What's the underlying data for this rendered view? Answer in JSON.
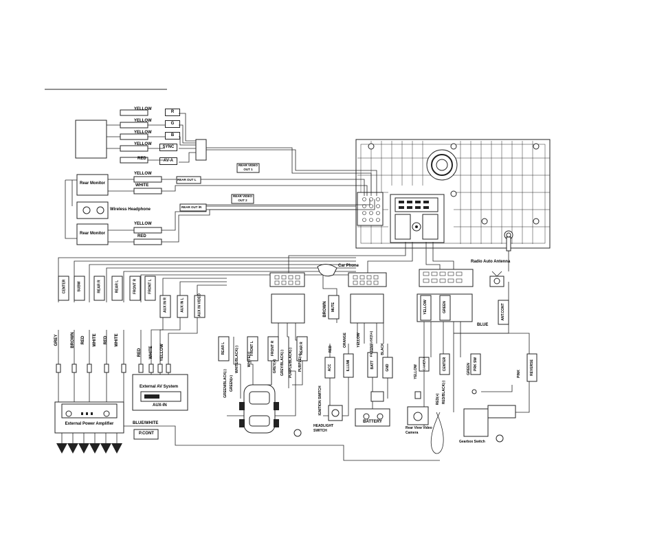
{
  "left_inputs": {
    "colors": [
      "YELLOW",
      "YELLOW",
      "YELLOW",
      "YELLOW",
      "RED"
    ],
    "tags": [
      "R",
      "G",
      "B",
      "SYNC",
      "AV-A"
    ]
  },
  "rear_monitor_1": {
    "label": "Rear Monitor",
    "wire1": "YELLOW",
    "wire2": "WHITE"
  },
  "rear_monitor_2": {
    "label": "Rear Monitor",
    "wire1": "YELLOW",
    "wire2": "RED"
  },
  "wireless_headphone": "Wireless Headphone",
  "rear_video_out1": "REAR VIDEO OUT 1",
  "rear_video_out2": "REAR VIDEO OUT 2",
  "rear_out_l": "REAR OUT L",
  "rear_out_r": "REAR OUT /R",
  "amp_outputs": [
    "CENTER",
    "SUBW",
    "REAR R",
    "REAR L",
    "FRONT R",
    "FRONT L"
  ],
  "aux_outputs": [
    "AUX IN R",
    "AUX IN L",
    "AUX IN VIDEO"
  ],
  "amp_wire_colors": [
    "GREY",
    "BROWN",
    "RED",
    "WHITE",
    "RED",
    "WHITE"
  ],
  "aux_wire_colors": [
    "RED",
    "WHITE",
    "YELLOW"
  ],
  "external_av": {
    "title": "External AV System",
    "sub": "AUX-IN"
  },
  "external_amp": "External Power Amplifier",
  "pcont": {
    "wire": "BLUE/WHITE",
    "label": "P.CONT"
  },
  "car_phone": "Car Phone",
  "mute": {
    "wire": "BROWN",
    "label": "MUTE"
  },
  "speakers": [
    "REAR L",
    "REAR R",
    "FRONT L",
    "FRONT R"
  ],
  "speaker_wires": [
    "GREEN/BLACK(-)",
    "GREEN(+)",
    "WHITE/BLACK(-)",
    "WHITE(+)",
    "GREY(+)",
    "GREY/BLACK(-)",
    "PURPLE/BLACK(-)",
    "PURPLE(+)"
  ],
  "power": {
    "labels": [
      "ACC",
      "ILLUMI",
      "BATT",
      "GND"
    ],
    "wires": [
      "RED",
      "ORANGE",
      "YELLOW",
      "FILTER/FUSE(5A)",
      "BLACK"
    ],
    "ignition": "IGNITION SWITCH",
    "headlight": "HEADLIGHT SWITCH",
    "battery": "BATTERY"
  },
  "camera": {
    "wire": "YELLOW",
    "label": "CAMERA",
    "title": "Rear View Video Camera"
  },
  "right_cluster": {
    "green_top": "GREEN",
    "yellow_top": "YELLOW",
    "center": "CENTER",
    "prk_sw": "PRK SW",
    "reverse": "REVERSE",
    "pink": "PINK",
    "green": "GREEN",
    "red_plus": "RED(+)",
    "red_black": "RED/BLACK(-)",
    "blue": "BLUE",
    "ant_cont": "ANT.CONT"
  },
  "radio_antenna": "Radio Auto Antenna",
  "gearbox": "Gearbox Switch"
}
